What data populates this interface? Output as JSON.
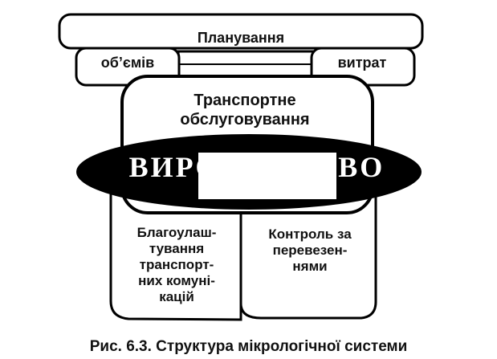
{
  "diagram": {
    "planning": "Планування",
    "volumes": "об’ємів",
    "costs": "витрат",
    "transport_service": "Транспортне\nобслуговування",
    "production": "ВИРОБНИЦТВО",
    "infrastructure": "Благоулаш-\nтування\nтранспорт-\nних комуні-\nкацій",
    "transport_control": "Контроль за\nперевезен-\nнями"
  },
  "caption": "Рис. 6.3. Структура мікрологічної системи"
}
